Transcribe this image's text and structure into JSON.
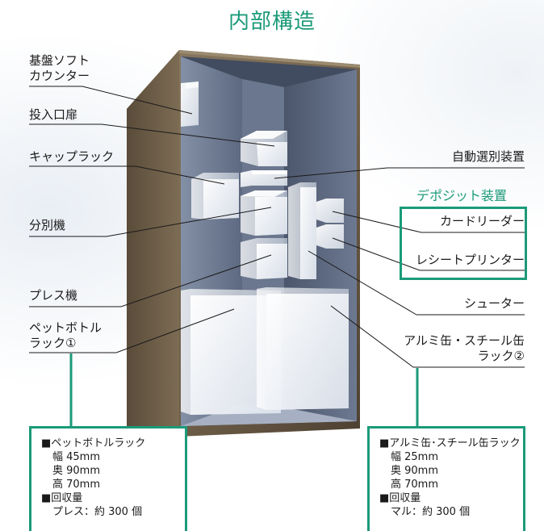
{
  "title": "内部構造",
  "labels": {
    "counter": [
      "基盤ソフト",
      "カウンター"
    ],
    "inlet_door": "投入口扉",
    "cap_rack": "キャップラック",
    "sorter": "分別機",
    "press": "プレス機",
    "pet_rack": [
      "ペットボトル",
      "ラック①"
    ],
    "auto_sorter": "自動選別装置",
    "card_reader": "カードリーダー",
    "receipt_printer": "レシートプリンター",
    "chute": "シューター",
    "can_rack": [
      "アルミ缶・スチール缶",
      "ラック②"
    ]
  },
  "deposit": {
    "heading": "デポジット装置"
  },
  "pet_info": {
    "heading": "■ペットボトルラック",
    "width": "幅 45mm",
    "depth": "奥 90mm",
    "height": "高 70mm",
    "capacity_heading": "■回収量",
    "capacity": "プレス：約 300 個"
  },
  "can_info": {
    "heading": "■アルミ缶･スチール缶ラック",
    "width": "幅 25mm",
    "depth": "奥 90mm",
    "height": "高 70mm",
    "capacity_heading": "■回収量",
    "capacity": "マル：約 300 個"
  },
  "colors": {
    "accent": "#1b9a79",
    "cabinet_frame": "#7a6a52",
    "cabinet_interior": "#5f6b80"
  }
}
